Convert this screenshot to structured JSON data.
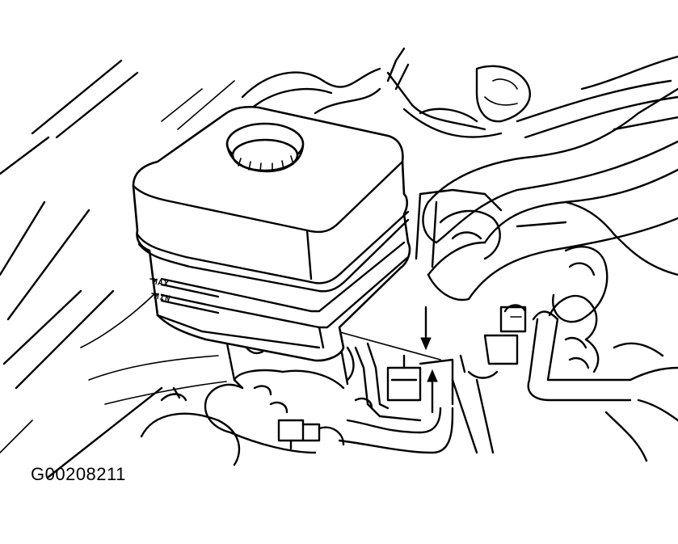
{
  "figure": {
    "id_label": "G00208211"
  },
  "reservoir": {
    "max_mark": "MAX",
    "min_mark": "MIN"
  }
}
